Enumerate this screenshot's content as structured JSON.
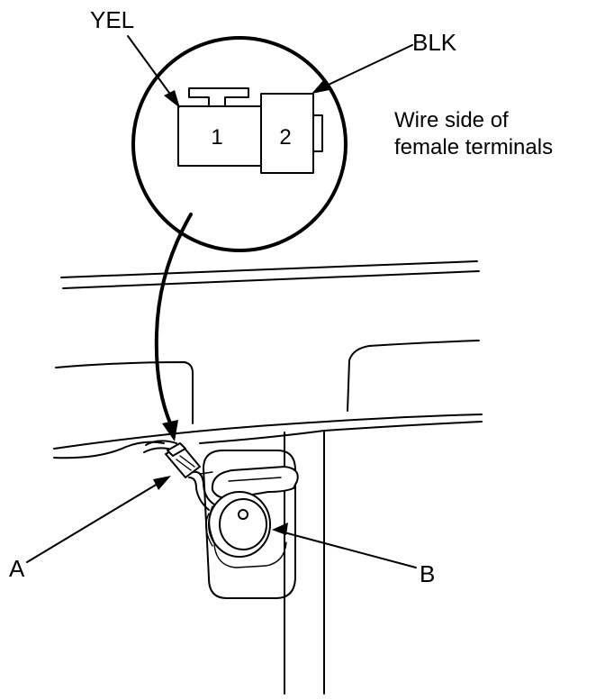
{
  "connector_inset": {
    "wire_color_terminal_1": "YEL",
    "wire_color_terminal_2": "BLK",
    "terminal_1": "1",
    "terminal_2": "2",
    "note_line_1": "Wire side of",
    "note_line_2": "female terminals"
  },
  "callouts": {
    "connector": "A",
    "power_socket": "B"
  }
}
